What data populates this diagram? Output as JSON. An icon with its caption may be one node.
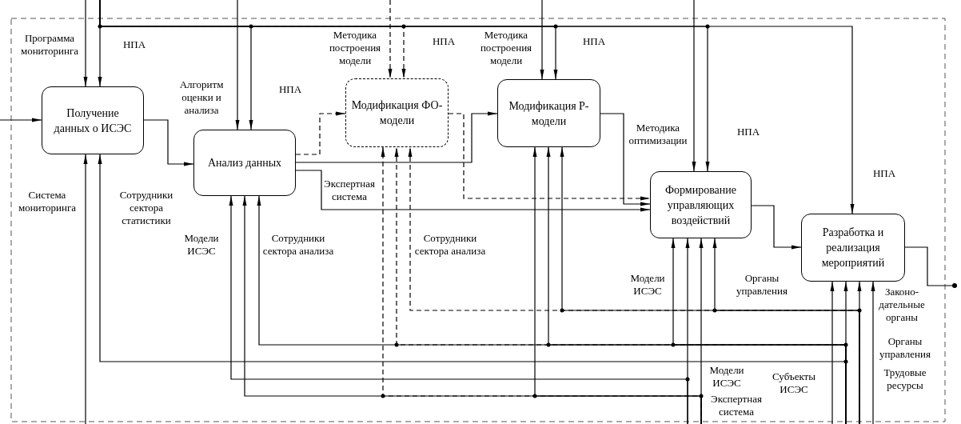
{
  "diagram": {
    "nodes": [
      {
        "text": [
          "Получение данных о ИСЭС"
        ]
      },
      {
        "text": [
          "Анализ данных"
        ]
      },
      {
        "text": [
          "Модификация ФО-модели"
        ]
      },
      {
        "text": [
          "Модификация Р-модели"
        ]
      },
      {
        "text": [
          "Формирование управляющих воздействий"
        ]
      },
      {
        "text": [
          "Разработка и реализация мероприятий"
        ]
      }
    ],
    "edges": [
      {
        "from": null,
        "to": 0,
        "arrow": "to"
      },
      {
        "from": 0,
        "to": 1,
        "arrow": "to"
      },
      {
        "from": 1,
        "to": 2,
        "arrow": "to",
        "style": "dashed"
      },
      {
        "from": 1,
        "to": 3,
        "arrow": "to"
      },
      {
        "from": 1,
        "to": 4,
        "arrow": "to",
        "label": "Экспертная система"
      },
      {
        "from": 2,
        "to": 4,
        "arrow": "to",
        "style": "dashed"
      },
      {
        "from": 3,
        "to": 4,
        "arrow": "to"
      },
      {
        "from": 4,
        "to": 5,
        "arrow": "to"
      },
      {
        "from": 5,
        "to": null,
        "arrow": "other"
      },
      {
        "from": null,
        "to": 0,
        "arrow": "to",
        "label": "Программа мониторинга"
      },
      {
        "from": null,
        "to": 0,
        "arrow": "to",
        "label": "НПА"
      },
      {
        "from": null,
        "to": 1,
        "arrow": "to",
        "label": "Алгоритм оценки и анализа"
      },
      {
        "from": null,
        "to": 1,
        "arrow": "to",
        "label": "НПА"
      },
      {
        "from": null,
        "to": 2,
        "arrow": "to",
        "label": "Методика построения модели",
        "style": "dashed"
      },
      {
        "from": null,
        "to": 2,
        "arrow": "to",
        "label": "НПА",
        "style": "dashed"
      },
      {
        "from": null,
        "to": 3,
        "arrow": "to",
        "label": "Методика построения модели"
      },
      {
        "from": null,
        "to": 3,
        "arrow": "to",
        "label": "НПА"
      },
      {
        "from": null,
        "to": 4,
        "arrow": "to",
        "label": "Методика оптимизации"
      },
      {
        "from": null,
        "to": 4,
        "arrow": "to",
        "label": "НПА"
      },
      {
        "from": null,
        "to": 5,
        "arrow": "to",
        "label": "НПА"
      },
      {
        "from": null,
        "to": 0,
        "arrow": "to",
        "label": "Система мониторинга"
      },
      {
        "from": null,
        "to": 0,
        "arrow": "to",
        "label": "Сотрудники сектора статистики"
      },
      {
        "from": null,
        "to": 1,
        "arrow": "to",
        "label": "Модели ИСЭС"
      },
      {
        "from": null,
        "to": 1,
        "arrow": "to"
      },
      {
        "from": null,
        "to": 1,
        "arrow": "to",
        "label": "Сотрудники сектора анализа"
      },
      {
        "from": null,
        "to": 2,
        "arrow": "to",
        "style": "dashed"
      },
      {
        "from": null,
        "to": 2,
        "arrow": "to",
        "style": "dashed"
      },
      {
        "from": null,
        "to": 2,
        "arrow": "to",
        "label": "Сотрудники сектора анализа",
        "style": "dashed"
      },
      {
        "from": null,
        "to": 3,
        "arrow": "to"
      },
      {
        "from": null,
        "to": 3,
        "arrow": "to"
      },
      {
        "from": null,
        "to": 3,
        "arrow": "to"
      },
      {
        "from": null,
        "to": 4,
        "arrow": "to",
        "label": "Модели ИСЭС"
      },
      {
        "from": null,
        "to": 4,
        "arrow": "to"
      },
      {
        "from": null,
        "to": 4,
        "arrow": "to",
        "label": "Экспертная система"
      },
      {
        "from": null,
        "to": 4,
        "arrow": "to",
        "label": "Органы управления"
      },
      {
        "from": null,
        "to": 5,
        "arrow": "to",
        "label": "Субъекты ИСЭС"
      },
      {
        "from": null,
        "to": 5,
        "arrow": "to"
      },
      {
        "from": null,
        "to": 5,
        "arrow": "to"
      },
      {
        "from": null,
        "to": 5,
        "arrow": "to",
        "label": "Законо-дательные органы"
      }
    ],
    "labels": [
      "Органы управления",
      "Модели ИСЭС",
      "Трудовые ресурсы"
    ]
  }
}
